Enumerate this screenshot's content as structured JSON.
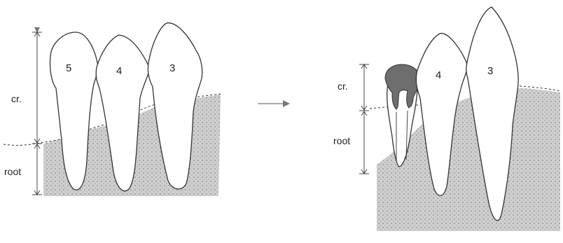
{
  "left_panel": {
    "tooth_numbers": [
      "5",
      "4",
      "3"
    ],
    "crown_label": "cr.",
    "root_label": "root"
  },
  "right_panel": {
    "tooth_numbers": [
      "4",
      "3"
    ],
    "crown_label": "cr.",
    "root_label": "root"
  },
  "colors": {
    "bone": "#b5b5b5",
    "restoration": "#6e6e6e",
    "outline": "#333333"
  }
}
